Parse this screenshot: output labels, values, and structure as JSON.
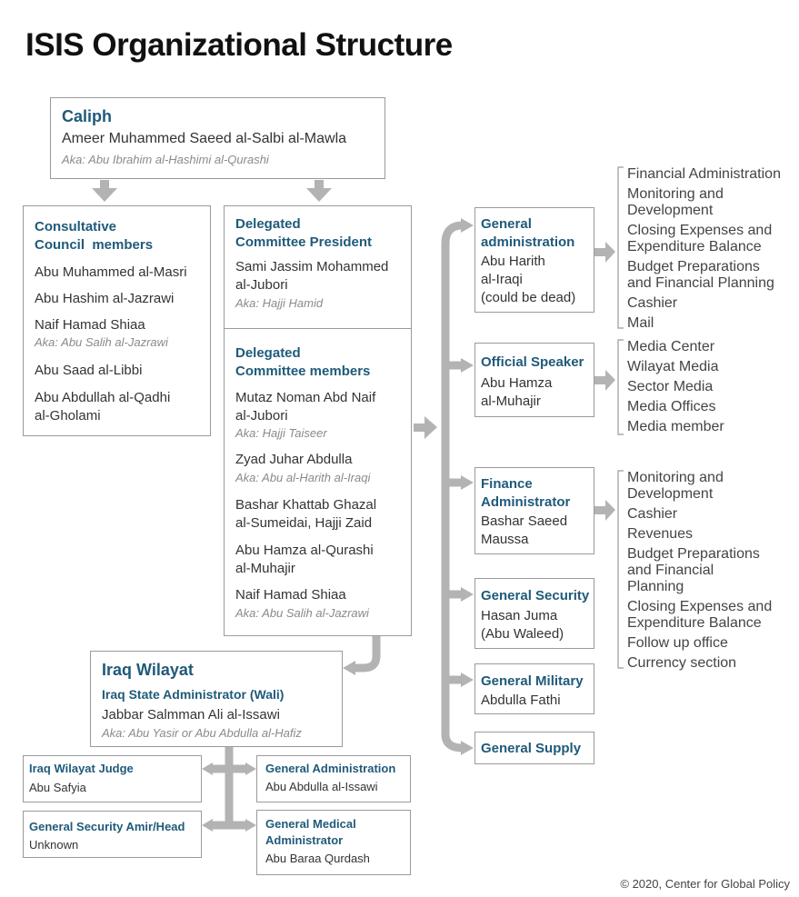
{
  "title": "ISIS Organizational Structure",
  "credit": "© 2020, Center for Global Policy",
  "caliph": {
    "role": "Caliph",
    "name": "Ameer Muhammed Saeed al-Salbi al-Mawla",
    "aka": "Aka: Abu Ibrahim al-Hashimi al-Qurashi"
  },
  "consultative": {
    "heading": [
      "Consultative",
      "Council  members"
    ],
    "members": [
      "Abu Muhammed al-Masri",
      "Abu Hashim al-Jazrawi",
      "Naif Hamad Shiaa"
    ],
    "member3_aka": "Aka: Abu Salih al-Jazrawi",
    "members2": [
      "Abu Saad al-Libbi"
    ],
    "member5": [
      "Abu Abdullah al-Qadhi",
      "al-Gholami"
    ]
  },
  "delegated_president": {
    "heading": [
      "Delegated",
      "Committee President"
    ],
    "name": [
      "Sami Jassim Mohammed",
      "al-Jubori"
    ],
    "aka": "Aka: Hajji Hamid"
  },
  "delegated_members": {
    "heading": [
      "Delegated",
      "Committee members"
    ],
    "m1": [
      "Mutaz Noman Abd Naif",
      "al-Jubori"
    ],
    "m1_aka": "Aka: Hajji Taiseer",
    "m2": "Zyad Juhar Abdulla",
    "m2_aka": "Aka: Abu al-Harith al-Iraqi",
    "m3": [
      "Bashar Khattab Ghazal",
      "al-Sumeidai, Hajji Zaid"
    ],
    "m4": [
      "Abu Hamza al-Qurashi",
      "al-Muhajir"
    ],
    "m5": "Naif Hamad Shiaa",
    "m5_aka": "Aka: Abu Salih al-Jazrawi"
  },
  "general_administration": {
    "heading": [
      "General",
      "administration"
    ],
    "lines": [
      "Abu Harith",
      "al-Iraqi",
      "(could be dead)"
    ],
    "subunits": [
      "Financial Administration",
      "Monitoring and",
      "Development",
      "Closing Expenses and",
      "Expenditure Balance",
      "Budget Preparations",
      "and Financial Planning",
      "Cashier",
      "Mail"
    ]
  },
  "official_speaker": {
    "heading": "Official Speaker",
    "lines": [
      "Abu Hamza",
      "al-Muhajir"
    ],
    "subunits": [
      "Media Center",
      "Wilayat Media",
      "Sector Media",
      "Media Offices",
      "Media member"
    ]
  },
  "finance": {
    "heading": [
      "Finance",
      "Administrator"
    ],
    "lines": [
      "Bashar Saeed",
      "Maussa"
    ],
    "subunits": [
      "Monitoring and",
      "Development",
      "Cashier",
      "Revenues",
      "Budget Preparations",
      "and Financial",
      "Planning",
      "Closing Expenses and",
      "Expenditure Balance",
      "Follow up office",
      "Currency section"
    ]
  },
  "general_security": {
    "heading": "General Security",
    "lines": [
      "Hasan Juma",
      "(Abu Waleed)"
    ]
  },
  "general_military": {
    "heading": "General Military",
    "lines": [
      "Abdulla Fathi"
    ]
  },
  "general_supply": {
    "heading": "General Supply"
  },
  "iraq_wilayat": {
    "heading": "Iraq Wilayat",
    "role": "Iraq State Administrator (Wali)",
    "name": "Jabbar Salmman Ali al-Issawi",
    "aka": "Aka: Abu Yasir or Abu Abdulla al-Hafiz"
  },
  "iraq_judge": {
    "heading": "Iraq Wilayat Judge",
    "name": "Abu Safyia"
  },
  "security_amir": {
    "heading": "General Security Amir/Head",
    "name": "Unknown"
  },
  "wilayat_gen_admin": {
    "heading": "General Administration",
    "name": "Abu Abdulla al-Issawi"
  },
  "medical_admin": {
    "heading": [
      "General Medical",
      "Administrator"
    ],
    "name": "Abu Baraa Qurdash"
  },
  "colors": {
    "heading": "#1f5a7a",
    "text": "#333333",
    "aka": "#8a8a8a",
    "border": "#9a9a9a",
    "connector": "#b3b3b3"
  }
}
